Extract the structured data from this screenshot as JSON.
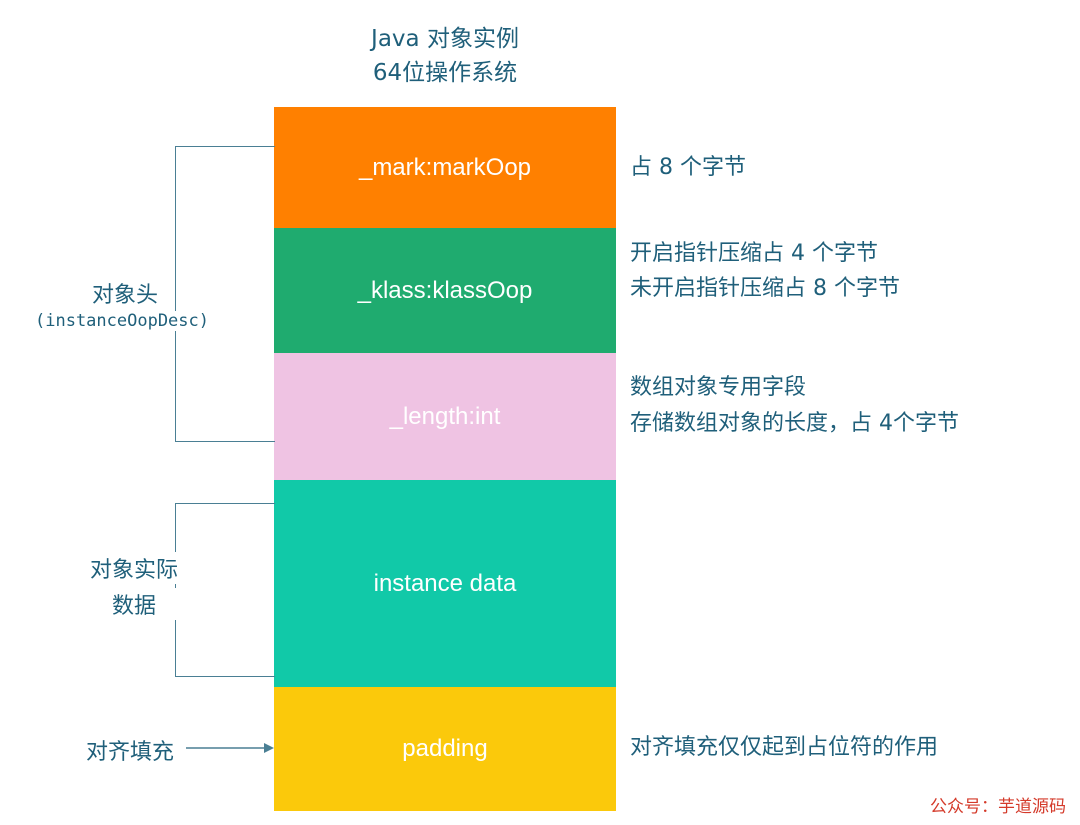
{
  "title": {
    "line1": "Java 对象实例",
    "line2": "64位操作系统"
  },
  "blocks": {
    "mark": {
      "label": "_mark:markOop",
      "color": "#ff8000"
    },
    "klass": {
      "label": "_klass:klassOop",
      "color": "#1fab6f"
    },
    "length": {
      "label": "_length:int",
      "color": "#efc3e3"
    },
    "data": {
      "label": "instance data",
      "color": "#11c9a8"
    },
    "padding": {
      "label": "padding",
      "color": "#fbc90b"
    }
  },
  "notes": {
    "mark": "占 8 个字节",
    "klass_line1": "开启指针压缩占 4 个字节",
    "klass_line2": "未开启指针压缩占 8 个字节",
    "length_line1": "数组对象专用字段",
    "length_line2": "存储数组对象的长度，占 4个字节",
    "padding": "对齐填充仅仅起到占位符的作用"
  },
  "side_labels": {
    "header": "对象头",
    "header_sub": "(instanceOopDesc)",
    "data_line1": "对象实际",
    "data_line2": "数据",
    "padding": "对齐填充"
  },
  "watermark": "公众号：芋道源码"
}
